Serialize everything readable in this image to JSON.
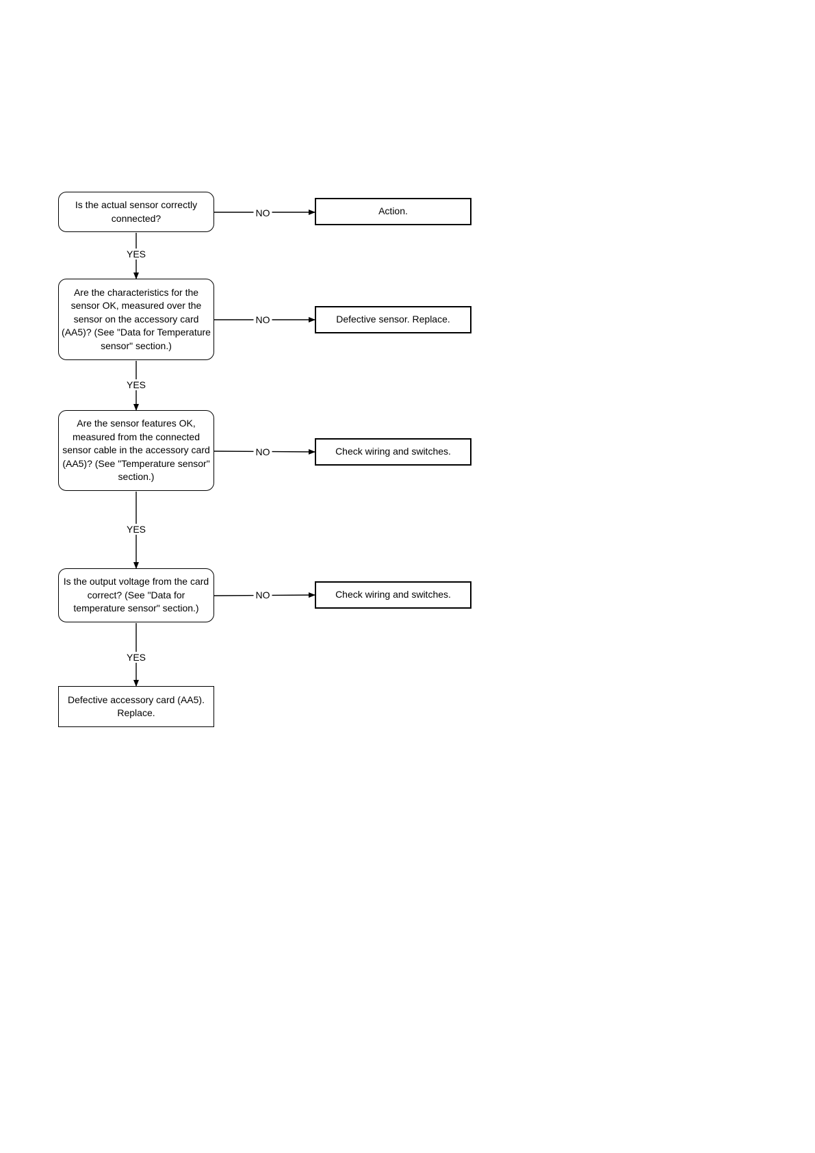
{
  "decisions": [
    "Is the actual sensor correctly connected?",
    "Are the characteristics for the sensor OK, measured over the sensor on the accessory card (AA5)? (See \"Data for Temperature sensor\" section.)",
    "Are the sensor features OK, measured from the connected sensor cable in the accessory card (AA5)? (See \"Temperature sensor\" section.)",
    "Is the output voltage from the card correct? (See \"Data for temperature sensor\" section.)"
  ],
  "actions": [
    "Action.",
    "Defective sensor. Replace.",
    "Check wiring and switches.",
    "Check wiring and switches."
  ],
  "final_action": "Defective accessory card (AA5). Replace.",
  "labels": {
    "no": "NO",
    "yes": "YES"
  }
}
